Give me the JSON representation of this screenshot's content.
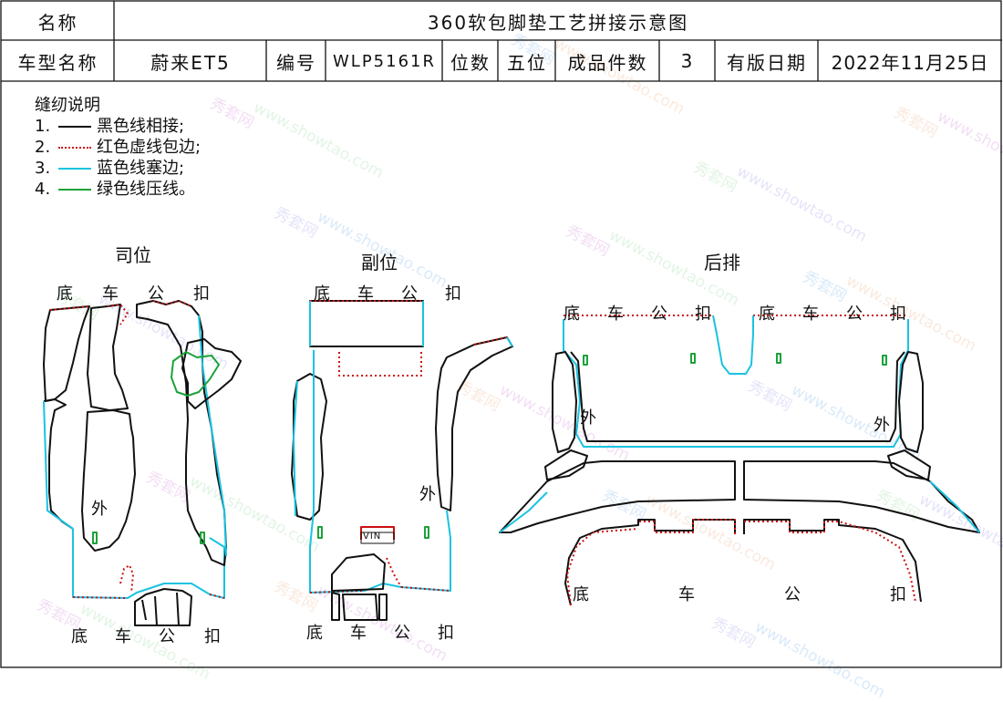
{
  "header": {
    "name_label": "名称",
    "title": "360软包脚垫工艺拼接示意图",
    "model_label": "车型名称",
    "model_value": "蔚来ET5",
    "code_label": "编号",
    "code_value": "WLP5161R",
    "seats_label": "位数",
    "seats_value": "五位",
    "pieces_label": "成品件数",
    "pieces_value": "3",
    "date_label": "有版日期",
    "date_value": "2022年11月25日"
  },
  "notes": {
    "title": "缝纫说明",
    "items": [
      {
        "num": "1.",
        "text": "黑色线相接;",
        "style": "solid",
        "color": "#111111"
      },
      {
        "num": "2.",
        "text": "红色虚线包边;",
        "style": "dotted",
        "color": "#cc1010"
      },
      {
        "num": "3.",
        "text": "蓝色线塞边;",
        "style": "solid",
        "color": "#19c3e0"
      },
      {
        "num": "4.",
        "text": "绿色线压线。",
        "style": "solid",
        "color": "#1aa33a"
      }
    ]
  },
  "sections": {
    "driver": "司位",
    "passenger": "副位",
    "rear": "后排"
  },
  "labels": {
    "di": "底",
    "che": "车",
    "gong": "公",
    "kou": "扣",
    "wai": "外",
    "vin": "VIN"
  },
  "watermark": {
    "cn": "秀套网",
    "url": "www.showtao.com"
  },
  "colors": {
    "border": "#111111",
    "black_line": "#111111",
    "red_dotted": "#cc1010",
    "blue_line": "#19c3e0",
    "green_line": "#1aa33a"
  }
}
